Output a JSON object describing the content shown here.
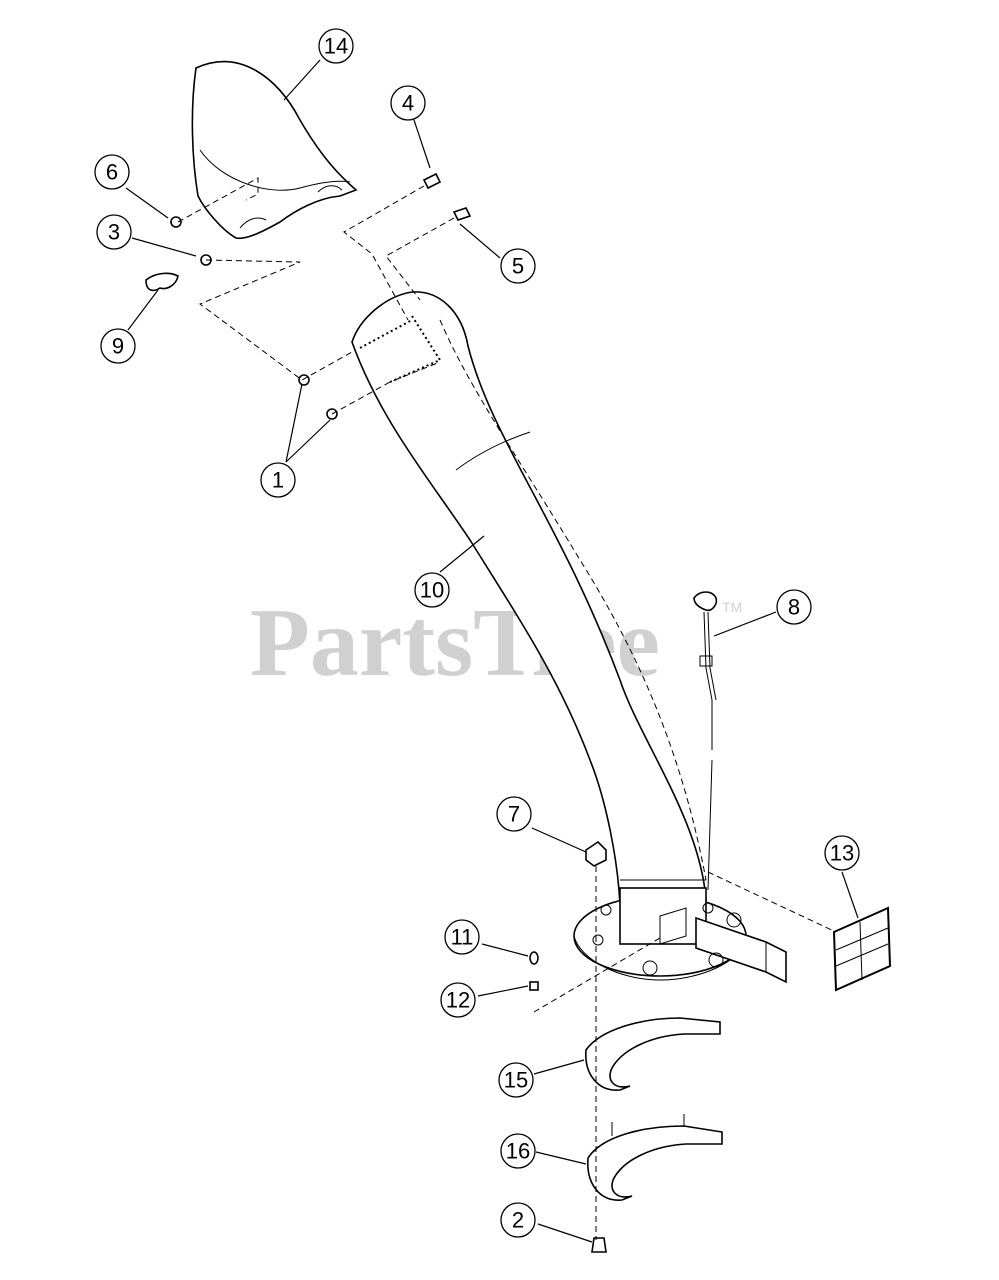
{
  "watermark": {
    "text": "PartsTree",
    "trademark": "TM"
  },
  "callouts": [
    "1",
    "2",
    "3",
    "4",
    "5",
    "6",
    "7",
    "8",
    "9",
    "10",
    "11",
    "12",
    "13",
    "14",
    "15",
    "16"
  ],
  "colors": {
    "line": "#000000",
    "background": "#ffffff",
    "watermark": "#d0d0d0"
  }
}
